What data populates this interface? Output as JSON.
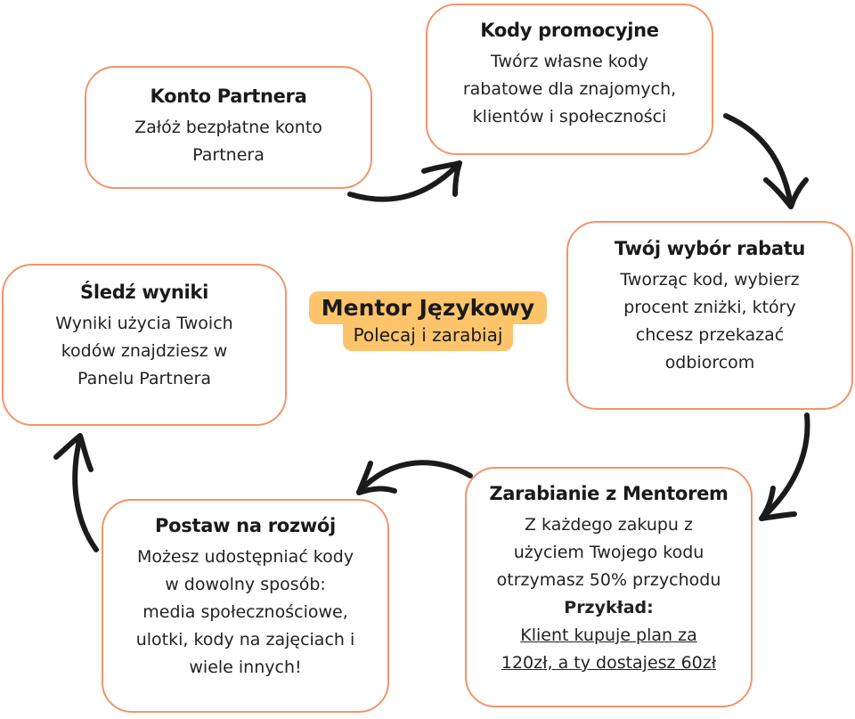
{
  "center": {
    "title": "Mentor Językowy",
    "subtitle": "Polecaj i zarabiaj"
  },
  "steps": [
    {
      "title": "Konto Partnera",
      "lines": [
        "Załóż bezpłatne konto",
        "Partnera"
      ]
    },
    {
      "title": "Kody promocyjne",
      "lines": [
        "Twórz własne kody",
        "rabatowe dla znajomych,",
        "klientów i społeczności"
      ]
    },
    {
      "title": "Twój wybór rabatu",
      "lines": [
        "Tworząc kod, wybierz",
        "procent zniżki, który",
        "chcesz przekazać",
        "odbiorcom"
      ]
    },
    {
      "title": "Zarabianie z Mentorem",
      "lines": [
        "Z każdego zakupu z",
        "użyciem Twojego kodu",
        "otrzymasz 50% przychodu"
      ],
      "example_label": "Przykład:",
      "example_lines": [
        "Klient kupuje plan za",
        "120zł, a ty dostajesz 60zł"
      ]
    },
    {
      "title": "Postaw na rozwój",
      "lines": [
        "Możesz udostępniać kody",
        "w dowolny sposób:",
        "media społecznościowe,",
        "ulotki, kody na zajęciach i",
        "wiele innych!"
      ]
    },
    {
      "title": "Śledź wyniki",
      "lines": [
        "Wyniki użycia Twoich",
        "kodów znajdziesz w",
        "Panelu Partnera"
      ]
    }
  ],
  "colors": {
    "border": "#f0956a",
    "highlight": "#fdc46c",
    "arrow": "#1b1b1b",
    "text": "#1b1b1b"
  },
  "arrows": [
    {
      "from": "Konto Partnera",
      "to": "Kody promocyjne",
      "icon": "curved-arrow-right"
    },
    {
      "from": "Kody promocyjne",
      "to": "Twój wybór rabatu",
      "icon": "curved-arrow-down"
    },
    {
      "from": "Twój wybór rabatu",
      "to": "Zarabianie z Mentorem",
      "icon": "curved-arrow-down-left"
    },
    {
      "from": "Zarabianie z Mentorem",
      "to": "Postaw na rozwój",
      "icon": "curved-arrow-left"
    },
    {
      "from": "Postaw na rozwój",
      "to": "Śledź wyniki",
      "icon": "curved-arrow-up"
    }
  ]
}
